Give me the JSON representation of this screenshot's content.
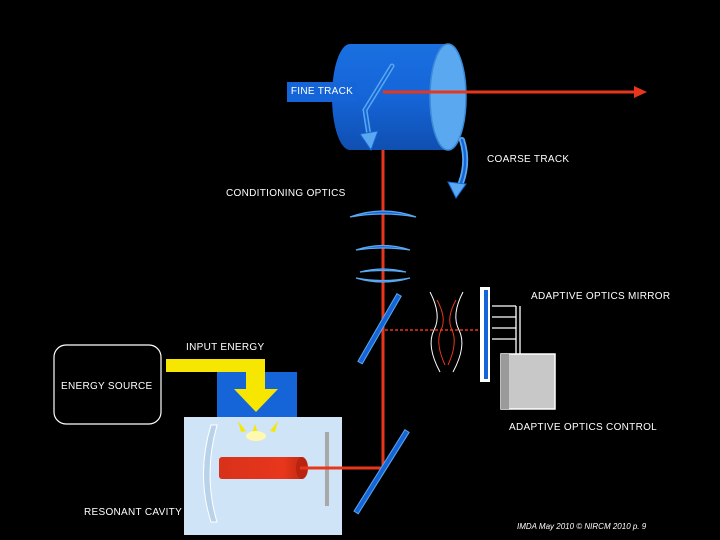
{
  "labels": {
    "fine_track": "FINE TRACK",
    "coarse_track": "COARSE TRACK",
    "conditioning_optics": "CONDITIONING OPTICS",
    "adaptive_optics_mirror": "ADAPTIVE OPTICS MIRROR",
    "input_energy": "INPUT ENERGY",
    "energy_source": "ENERGY SOURCE",
    "adaptive_optics_control": "ADAPTIVE OPTICS CONTROL",
    "resonant_cavity": "RESONANT CAVITY"
  },
  "footer": "IMDA May 2010 © NIRCM 2010 p. 9",
  "colors": {
    "background": "#000000",
    "beam": "#e8361c",
    "drum_blue": "#1565d8",
    "drum_face": "#5aa8f0",
    "cavity_bg": "#cfe4f7",
    "input_energy": "#f7e600",
    "source_box": "#1565d8",
    "control_box": "#c8c8c8"
  },
  "icons": [
    "fine-track-arrow-icon",
    "coarse-track-arrow-icon",
    "beam-arrowhead-icon",
    "input-energy-arrow-icon"
  ]
}
